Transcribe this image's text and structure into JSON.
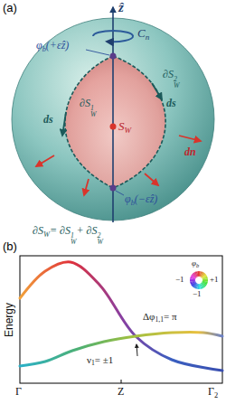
{
  "diagram": {
    "labels": [
      "(a)",
      "ẑ",
      "C",
      "n",
      "φ",
      "b",
      "(+εẑ)",
      "∂S",
      "2",
      "W",
      "∂S",
      "1",
      "W",
      "ds",
      "ds",
      "S",
      "W",
      "dn",
      "φ",
      "b",
      "(−εẑ)",
      "∂S",
      "W",
      "= ∂S",
      "1",
      "W",
      "+ ∂S",
      "2",
      "W",
      "(b)",
      "Energy",
      "Γ",
      "Z",
      "Γ",
      "2",
      "Δφ",
      "1,1",
      "= π",
      "ν",
      "1",
      "= ±1",
      "φ",
      "b",
      "+1",
      "−1",
      "−1"
    ]
  }
}
